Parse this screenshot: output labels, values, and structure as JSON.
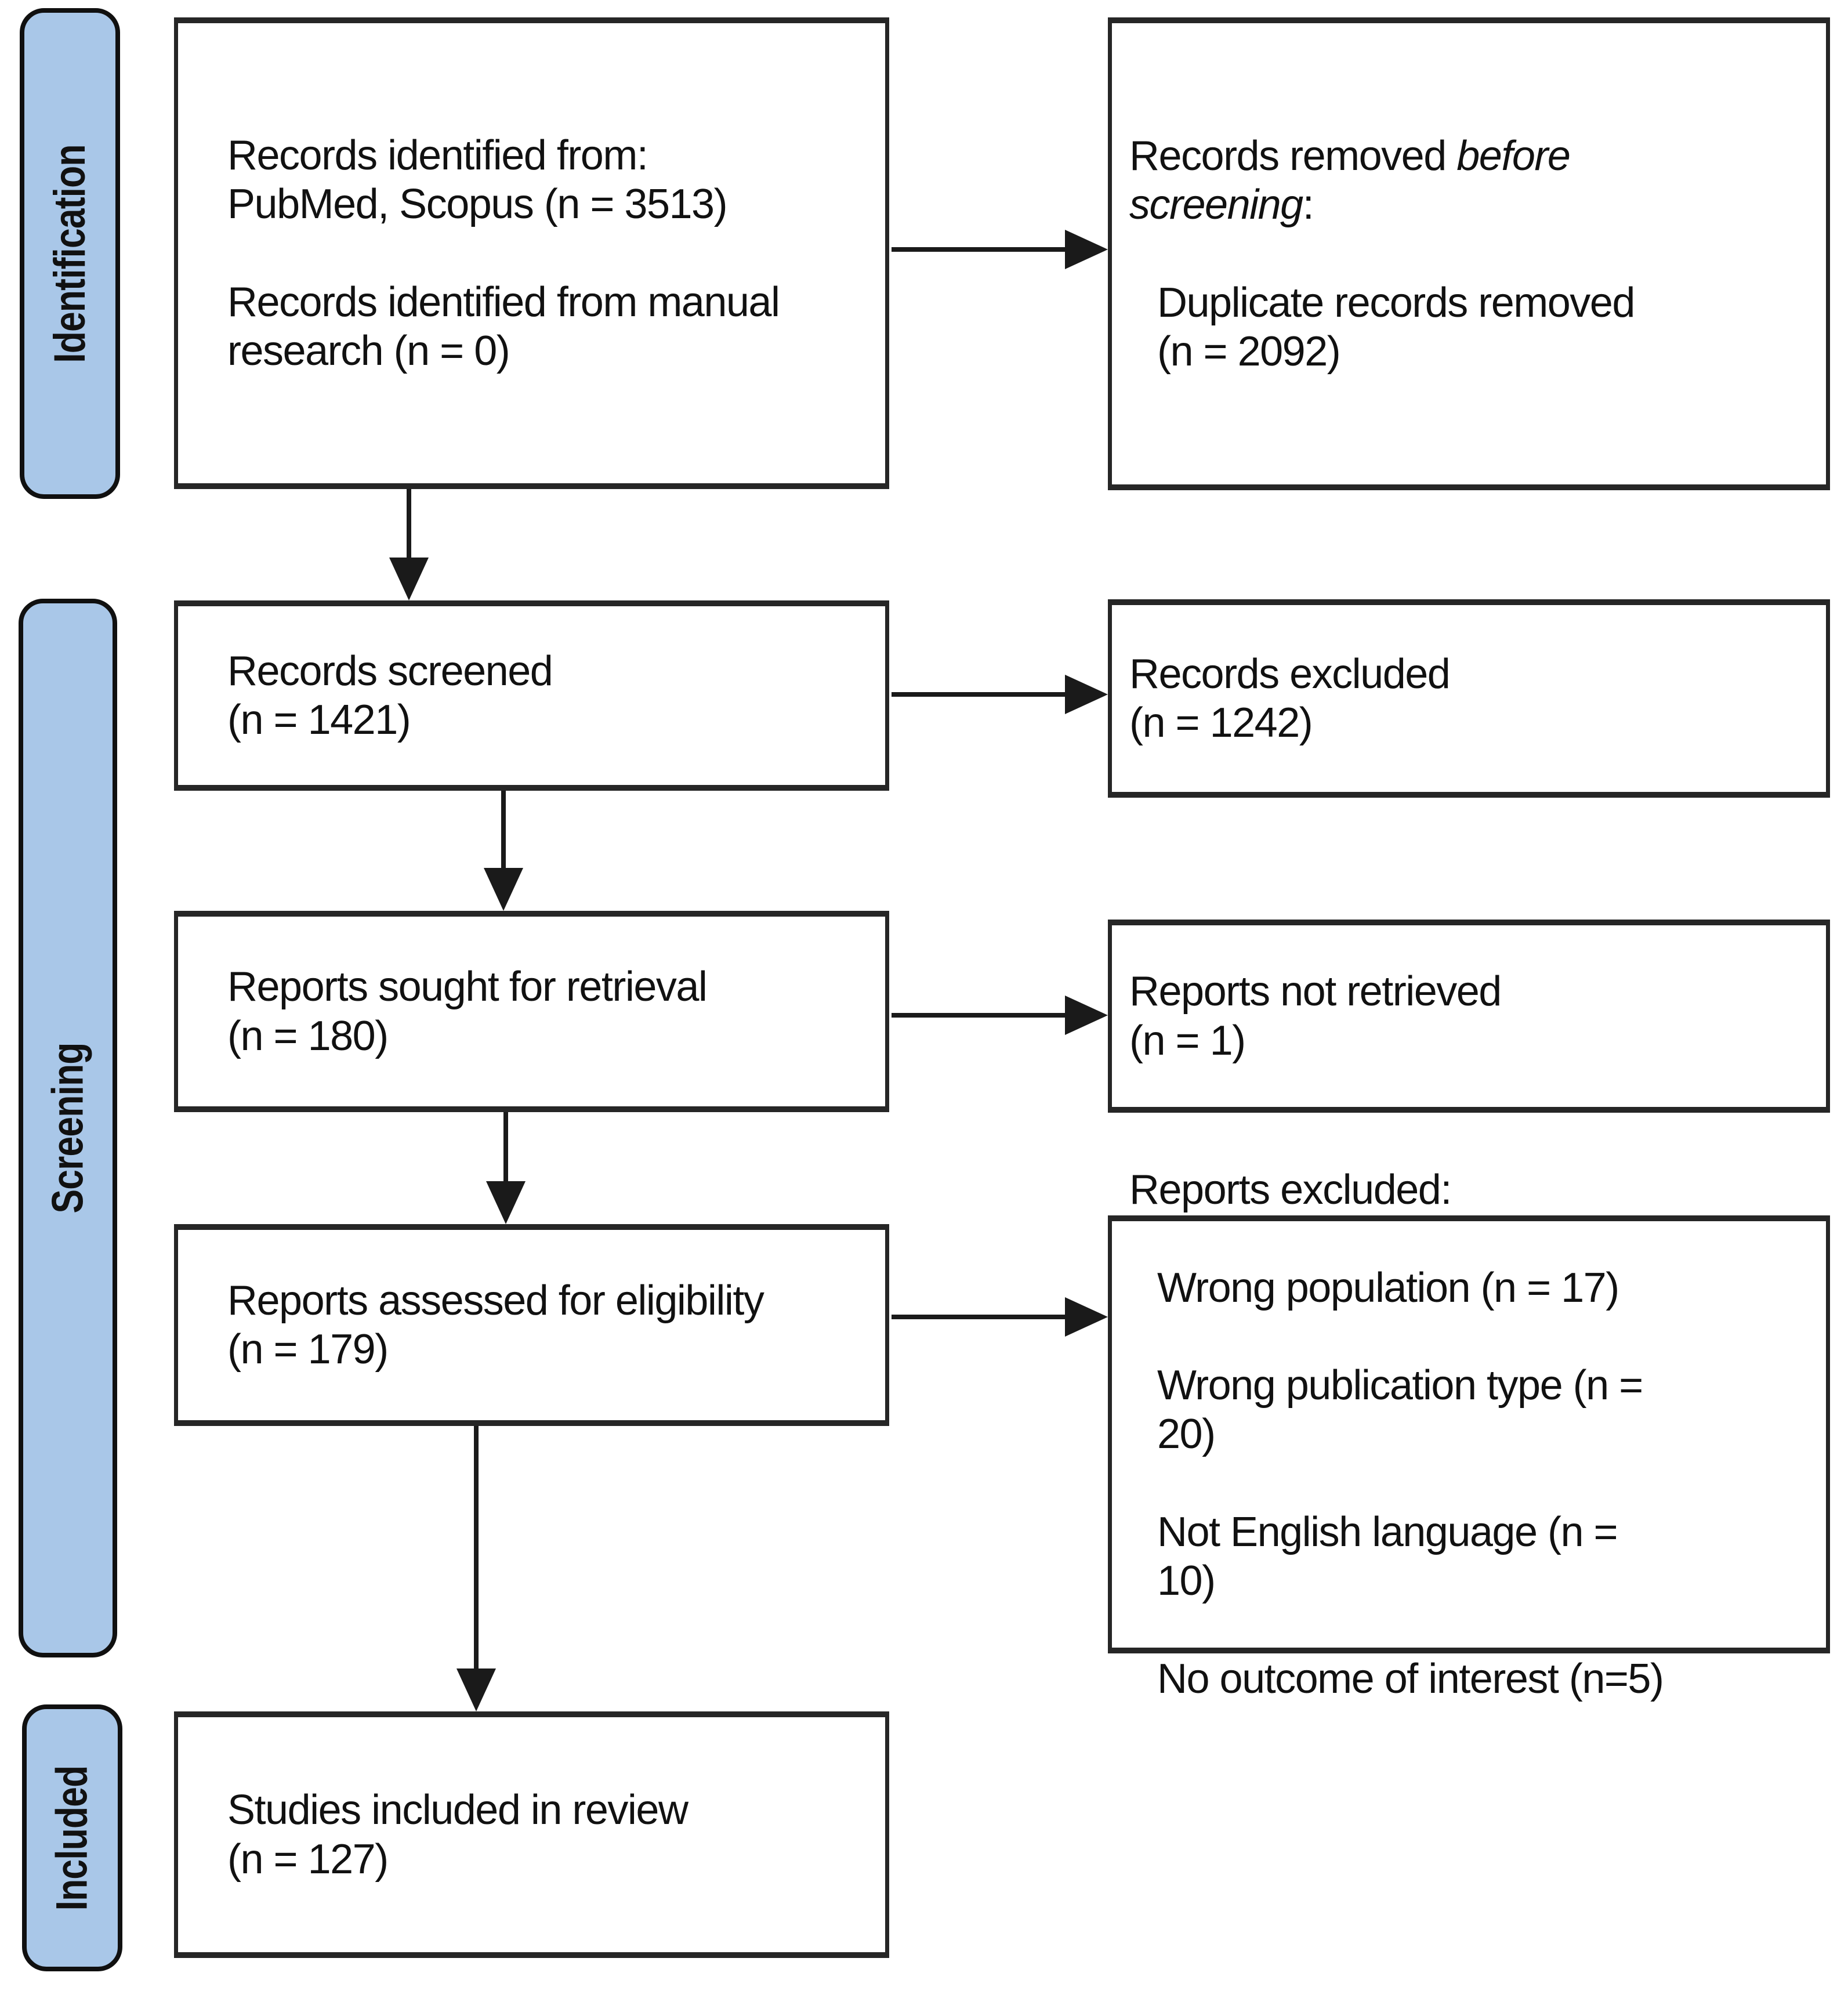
{
  "stages": [
    {
      "id": "identification",
      "label": "Identification"
    },
    {
      "id": "screening",
      "label": "Screening"
    },
    {
      "id": "included",
      "label": "Included"
    }
  ],
  "boxes": {
    "identified": {
      "text": "Records identified from:\nPubMed, Scopus (n = 3513)\n\nRecords identified from manual\nresearch (n = 0)"
    },
    "removed": {
      "prefix": "Records removed ",
      "italic": "before\nscreening",
      "suffix": ":",
      "items": [
        "Duplicate records removed\n(n = 2092)"
      ]
    },
    "screened": {
      "text": "Records screened\n(n = 1421)"
    },
    "records_excluded": {
      "text": "Records excluded\n(n = 1242)"
    },
    "sought": {
      "text": "Reports sought for retrieval\n(n = 180)"
    },
    "not_retrieved": {
      "text": "Reports not retrieved\n(n = 1)"
    },
    "assessed": {
      "text": "Reports assessed for eligibility\n(n = 179)"
    },
    "reports_excluded": {
      "heading": "Reports excluded:",
      "items": [
        "Wrong population (n = 17)",
        "Wrong publication type (n =\n20)",
        "Not English language (n =\n10)",
        "No outcome of interest (n=5)"
      ]
    },
    "included_review": {
      "text": "Studies included in review\n(n = 127)"
    }
  },
  "colors": {
    "stage_fill": "#a9c7e8",
    "stage_border": "#101010",
    "box_fill": "#ffffff",
    "box_border": "#262626",
    "arrow": "#1a1a1a",
    "text": "#111111"
  }
}
